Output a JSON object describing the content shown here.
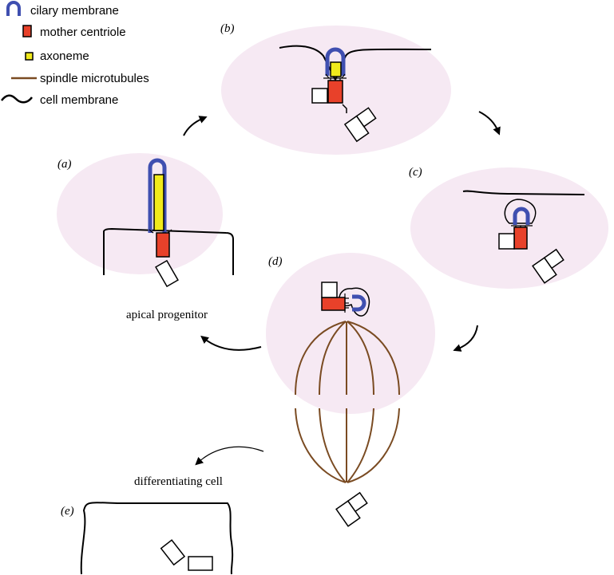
{
  "legend": {
    "items": [
      {
        "label": "cilary membrane",
        "icon": "cilary-membrane-icon",
        "color": "#3f4fb0"
      },
      {
        "label": "mother centriole",
        "icon": "mother-centriole-icon",
        "color": "#e8412a"
      },
      {
        "label": "axoneme",
        "icon": "axoneme-icon",
        "color": "#f1ea1c"
      },
      {
        "label": "spindle microtubules",
        "icon": "spindle-microtubules-icon",
        "color": "#7a4b22"
      },
      {
        "label": "cell membrane",
        "icon": "cell-membrane-icon",
        "color": "#000000"
      }
    ]
  },
  "panels": {
    "a": {
      "label": "(a)"
    },
    "b": {
      "label": "(b)"
    },
    "c": {
      "label": "(c)"
    },
    "d": {
      "label": "(d)"
    },
    "e": {
      "label": "(e)"
    }
  },
  "captions": {
    "apical": "apical progenitor",
    "differentiating": "differentiating cell"
  },
  "colors": {
    "cell_fill": "#f6e9f3",
    "cilia_membrane": "#3f4fb0",
    "mother_centriole": "#e8412a",
    "axoneme": "#f1ea1c",
    "spindle": "#7a4b22"
  }
}
